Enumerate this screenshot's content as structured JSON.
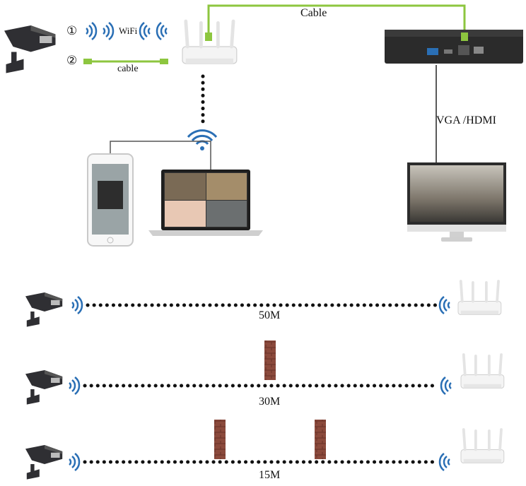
{
  "top": {
    "option1_marker": "①",
    "option2_marker": "②",
    "wifi_label": "WiFi",
    "cable_small_label": "cable",
    "cable_label": "Cable",
    "vga_label": "VGA /HDMI"
  },
  "distances": [
    {
      "label": "50M",
      "walls": 0
    },
    {
      "label": "30M",
      "walls": 1
    },
    {
      "label": "15M",
      "walls": 2
    }
  ],
  "colors": {
    "cable_green": "#8dc63f",
    "wifi_blue": "#2a6fb5",
    "wall_brick": "#8b4a3c",
    "nvr_body": "#2b2b2b",
    "camera_dark": "#2f2f33"
  }
}
